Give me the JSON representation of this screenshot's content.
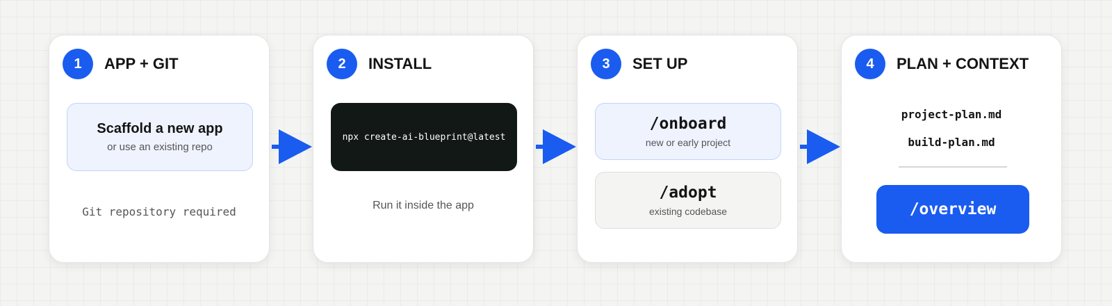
{
  "colors": {
    "accent": "#1a5cf0",
    "terminal_bg": "#121816",
    "highlight_box": "#eef3fe"
  },
  "steps": [
    {
      "number": "1",
      "title": "APP + GIT",
      "box": {
        "title": "Scaffold a new app",
        "subtitle": "or use an existing repo"
      },
      "note": "Git repository required"
    },
    {
      "number": "2",
      "title": "INSTALL",
      "command": "npx create-ai-blueprint@latest",
      "note": "Run it inside the app"
    },
    {
      "number": "3",
      "title": "SET UP",
      "options": [
        {
          "command": "/onboard",
          "description": "new or early project"
        },
        {
          "command": "/adopt",
          "description": "existing codebase"
        }
      ]
    },
    {
      "number": "4",
      "title": "PLAN + CONTEXT",
      "files": [
        "project-plan.md",
        "build-plan.md"
      ],
      "button": "/overview"
    }
  ],
  "connectors": [
    "arrow-right-icon",
    "arrow-right-icon",
    "arrow-right-icon"
  ]
}
